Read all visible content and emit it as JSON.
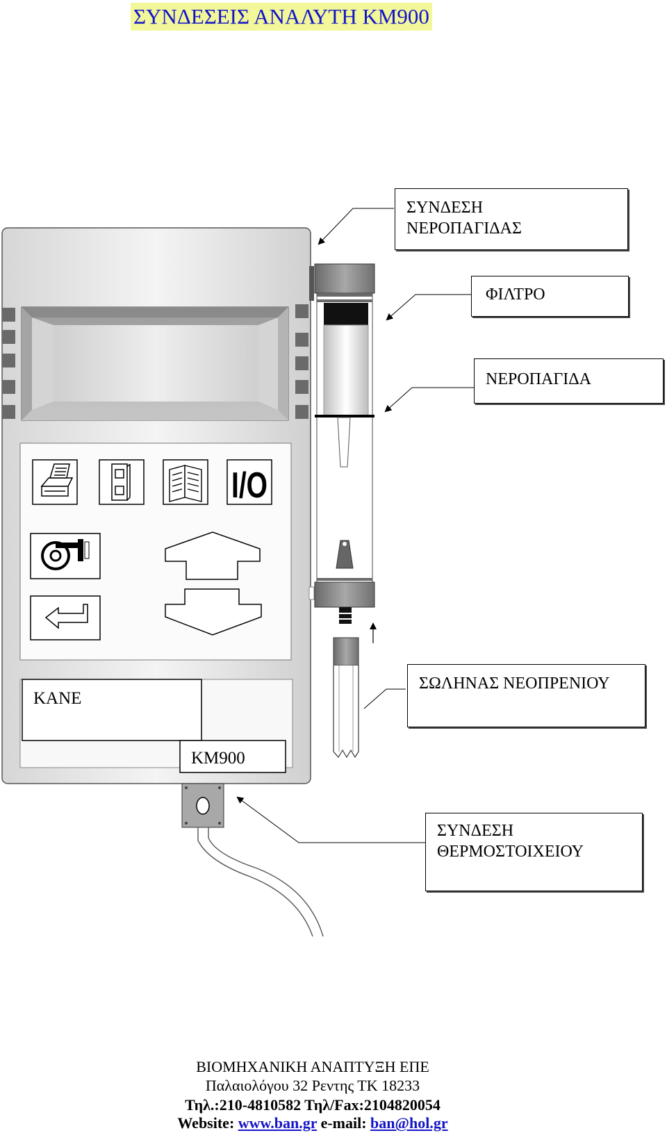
{
  "title": "ΣΥΝΔΕΣΕΙΣ ΑΝΑΛΥΤΗ ΚΜ900",
  "colors": {
    "title_text": "#1414c8",
    "title_highlight": "#f2f79a",
    "link": "#1414c8"
  },
  "device": {
    "buttons": [
      "printer-icon",
      "memory-icon",
      "manual-icon",
      "power-icon",
      "sensor-icon",
      "enter-icon",
      "up-arrow-icon",
      "down-arrow-icon"
    ],
    "power_label": "I/O",
    "brand_label": "KANE",
    "model_label": "KM900"
  },
  "callouts": {
    "water_trap_connection": "ΣΥΝΔΕΣΗ\nΝΕΡΟΠΑΓΙΔΑΣ",
    "filter": "ΦΙΛΤΡΟ",
    "water_trap": "ΝΕΡΟΠΑΓΙΔΑ",
    "neoprene_hose": "ΣΩΛΗΝΑΣ ΝΕΟΠΡΕΝΙΟΥ",
    "thermocouple_connection": "ΣΥΝΔΕΣΗ\nΘΕΡΜΟΣΤΟΙΧΕΙΟΥ"
  },
  "footer": {
    "company": "ΒΙΟΜΗΧΑΝΙΚΗ ΑΝΑΠΤΥΞΗ ΕΠΕ",
    "address": "Παλαιολόγου 32 Ρεντης ΤΚ 18233",
    "phones": "Τηλ.:210-4810582 Τηλ/Fax:2104820054",
    "website_label": "Website:",
    "website": "www.ban.gr",
    "email_label": "e-mail:",
    "email": "ban@hol.gr"
  }
}
